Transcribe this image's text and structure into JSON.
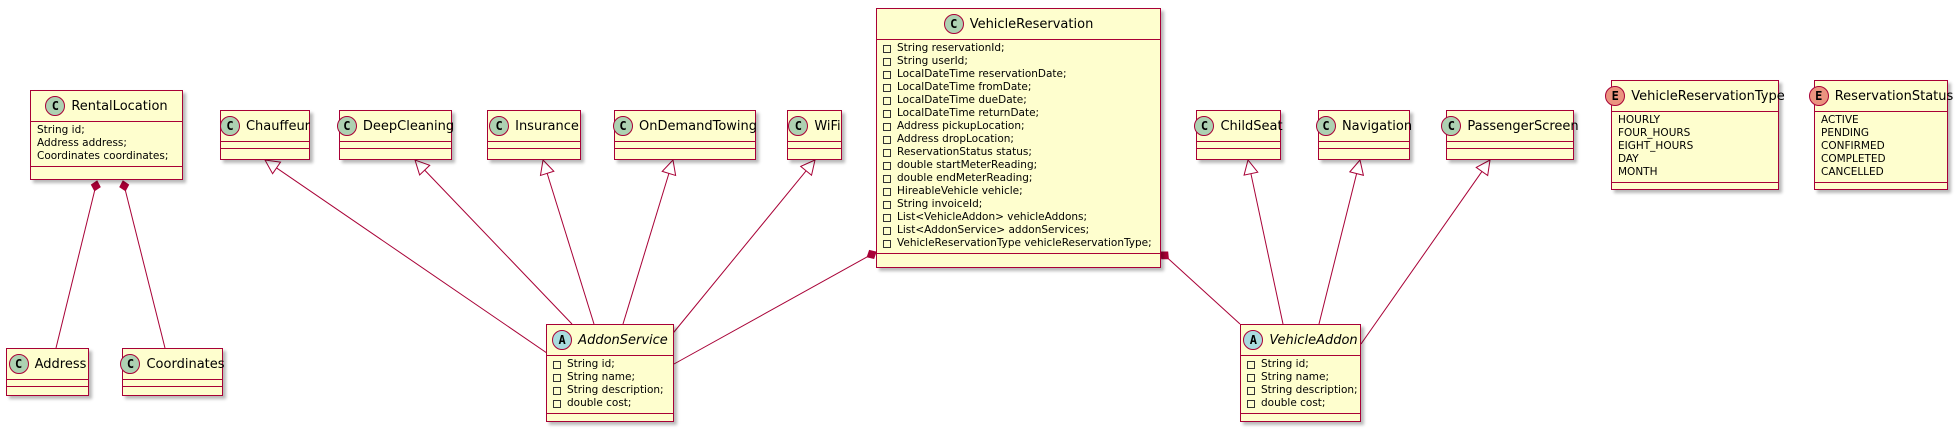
{
  "classes": {
    "rental_location": {
      "name": "RentalLocation",
      "kind": "class",
      "fields": [
        "String id;",
        "Address address;",
        "Coordinates coordinates;"
      ]
    },
    "address": {
      "name": "Address",
      "kind": "class"
    },
    "coordinates": {
      "name": "Coordinates",
      "kind": "class"
    },
    "chauffeur": {
      "name": "Chauffeur",
      "kind": "class"
    },
    "deep_cleaning": {
      "name": "DeepCleaning",
      "kind": "class"
    },
    "insurance": {
      "name": "Insurance",
      "kind": "class"
    },
    "on_demand_towing": {
      "name": "OnDemandTowing",
      "kind": "class"
    },
    "wifi": {
      "name": "WiFi",
      "kind": "class"
    },
    "vehicle_reservation": {
      "name": "VehicleReservation",
      "kind": "class",
      "fields": [
        "String reservationId;",
        "String userId;",
        "LocalDateTime reservationDate;",
        "LocalDateTime fromDate;",
        "LocalDateTime dueDate;",
        "LocalDateTime returnDate;",
        "Address pickupLocation;",
        "Address dropLocation;",
        "ReservationStatus status;",
        "double startMeterReading;",
        "double endMeterReading;",
        "HireableVehicle vehicle;",
        "String invoiceId;",
        "List<VehicleAddon> vehicleAddons;",
        "List<AddonService> addonServices;",
        "VehicleReservationType vehicleReservationType;"
      ]
    },
    "child_seat": {
      "name": "ChildSeat",
      "kind": "class"
    },
    "navigation": {
      "name": "Navigation",
      "kind": "class"
    },
    "passenger_screen": {
      "name": "PassengerScreen",
      "kind": "class"
    },
    "addon_service": {
      "name": "AddonService",
      "kind": "abstract",
      "fields": [
        "String id;",
        "String name;",
        "String description;",
        "double cost;"
      ]
    },
    "vehicle_addon": {
      "name": "VehicleAddon",
      "kind": "abstract",
      "fields": [
        "String id;",
        "String name;",
        "String description;",
        "double cost;"
      ]
    },
    "vehicle_reservation_type": {
      "name": "VehicleReservationType",
      "kind": "enum",
      "values": [
        "HOURLY",
        "FOUR_HOURS",
        "EIGHT_HOURS",
        "DAY",
        "MONTH"
      ]
    },
    "reservation_status": {
      "name": "ReservationStatus",
      "kind": "enum",
      "values": [
        "ACTIVE",
        "PENDING",
        "CONFIRMED",
        "COMPLETED",
        "CANCELLED"
      ]
    }
  },
  "badges": {
    "class": "C",
    "abstract": "A",
    "enum": "E"
  },
  "colors": {
    "border": "#a80036",
    "fill": "#fefece",
    "class_badge": "#add1b2",
    "abstract_badge": "#a9dcdf",
    "enum_badge": "#eb937f"
  },
  "relations": [
    {
      "type": "composition",
      "from": "rental_location",
      "to": "address"
    },
    {
      "type": "composition",
      "from": "rental_location",
      "to": "coordinates"
    },
    {
      "type": "inheritance",
      "from": "chauffeur",
      "to": "addon_service"
    },
    {
      "type": "inheritance",
      "from": "deep_cleaning",
      "to": "addon_service"
    },
    {
      "type": "inheritance",
      "from": "insurance",
      "to": "addon_service"
    },
    {
      "type": "inheritance",
      "from": "on_demand_towing",
      "to": "addon_service"
    },
    {
      "type": "inheritance",
      "from": "wifi",
      "to": "addon_service"
    },
    {
      "type": "composition",
      "from": "vehicle_reservation",
      "to": "addon_service"
    },
    {
      "type": "composition",
      "from": "vehicle_reservation",
      "to": "vehicle_addon"
    },
    {
      "type": "inheritance",
      "from": "child_seat",
      "to": "vehicle_addon"
    },
    {
      "type": "inheritance",
      "from": "navigation",
      "to": "vehicle_addon"
    },
    {
      "type": "inheritance",
      "from": "passenger_screen",
      "to": "vehicle_addon"
    }
  ]
}
